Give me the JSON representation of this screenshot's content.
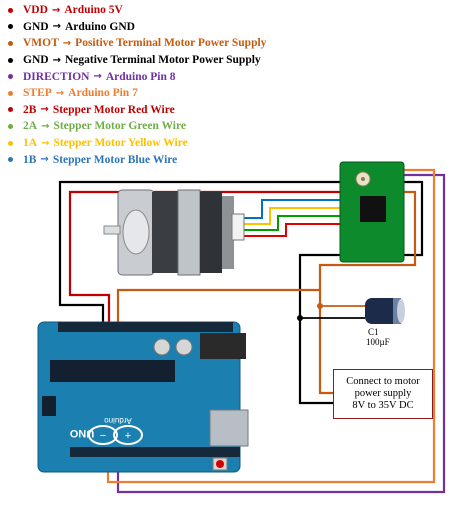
{
  "legend": [
    {
      "bullet_color": "#c00000",
      "text_color": "#c00000",
      "pin": "VDD",
      "target": "Arduino 5V"
    },
    {
      "bullet_color": "#000000",
      "text_color": "#000000",
      "pin": "GND",
      "target": "Arduino GND"
    },
    {
      "bullet_color": "#c55a11",
      "text_color": "#c55a11",
      "pin": "VMOT",
      "target": "Positive Terminal Motor Power Supply"
    },
    {
      "bullet_color": "#000000",
      "text_color": "#000000",
      "pin": "GND",
      "target": "Negative Terminal Motor Power Supply"
    },
    {
      "bullet_color": "#7030a0",
      "text_color": "#7030a0",
      "pin": "DIRECTION",
      "target": "Arduino Pin 8"
    },
    {
      "bullet_color": "#ed7d31",
      "text_color": "#ed7d31",
      "pin": "STEP",
      "target": "Arduino Pin 7"
    },
    {
      "bullet_color": "#c00000",
      "text_color": "#c00000",
      "pin": "2B",
      "target": "Stepper Motor Red Wire"
    },
    {
      "bullet_color": "#70ad47",
      "text_color": "#70ad47",
      "pin": "2A",
      "target": "Stepper Motor Green Wire"
    },
    {
      "bullet_color": "#ffc000",
      "text_color": "#ffc000",
      "pin": "1A",
      "target": "Stepper Motor Yellow Wire"
    },
    {
      "bullet_color": "#2e75b6",
      "text_color": "#2e75b6",
      "pin": "1B",
      "target": "Stepper Motor Blue Wire"
    }
  ],
  "capacitor": {
    "name": "C1",
    "value": "100µF"
  },
  "power_note": {
    "line1": "Connect to motor",
    "line2": "power supply",
    "line3": "8V to 35V DC"
  },
  "board": {
    "brand": "Arduino",
    "model": "UNO"
  },
  "colors": {
    "vdd": "#c00000",
    "gnd": "#000000",
    "vmot": "#c55a11",
    "dir": "#7030a0",
    "step": "#ed7d31",
    "red": "#e00000",
    "green": "#00a000",
    "yellow": "#ffc000",
    "blue": "#0070c0",
    "arduino_board": "#1b7fb0",
    "driver_board": "#0c8a2c",
    "note_border": "#8b1a1a"
  }
}
